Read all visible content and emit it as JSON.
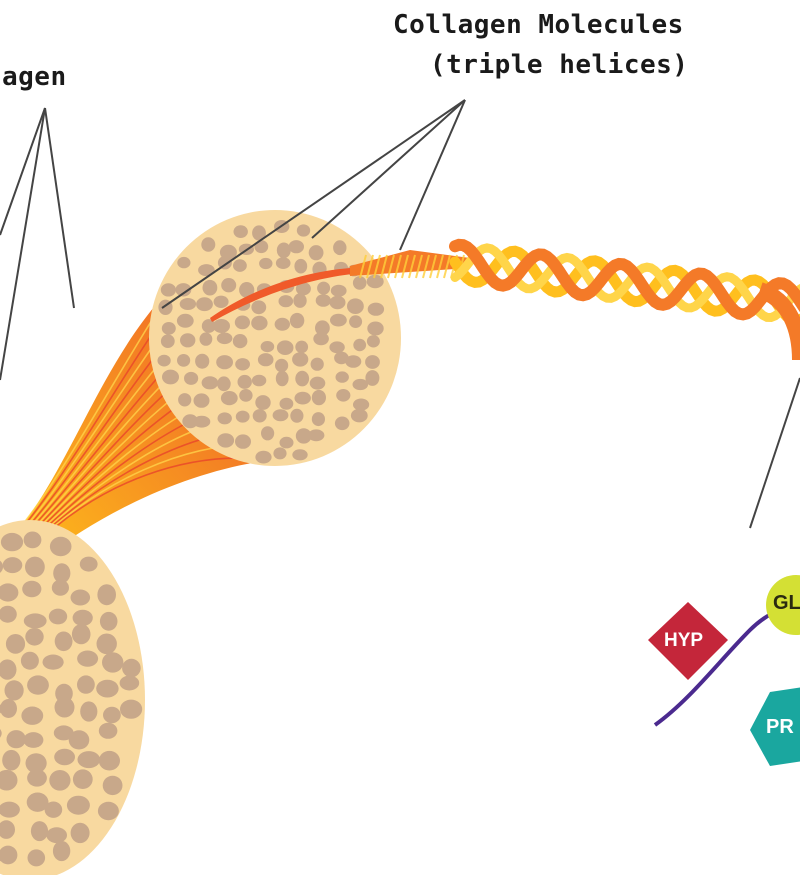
{
  "labels": {
    "collagen_partial": "agen",
    "molecules_line1": "Collagen Molecules",
    "molecules_line2": "(triple helices)",
    "hyp": "HYP",
    "gly_partial": "GL",
    "pro_partial": "PR"
  },
  "colors": {
    "fiber_orange": "#f26a2e",
    "fiber_yellow": "#ffc21a",
    "cross_section_fill": "#f8d9a0",
    "fibril_dot": "#c8a88a",
    "hyp_diamond": "#c4263a",
    "gly_circle": "#d4e034",
    "pro_hexagon": "#1aa79f",
    "chain": "#4b2a8f"
  }
}
